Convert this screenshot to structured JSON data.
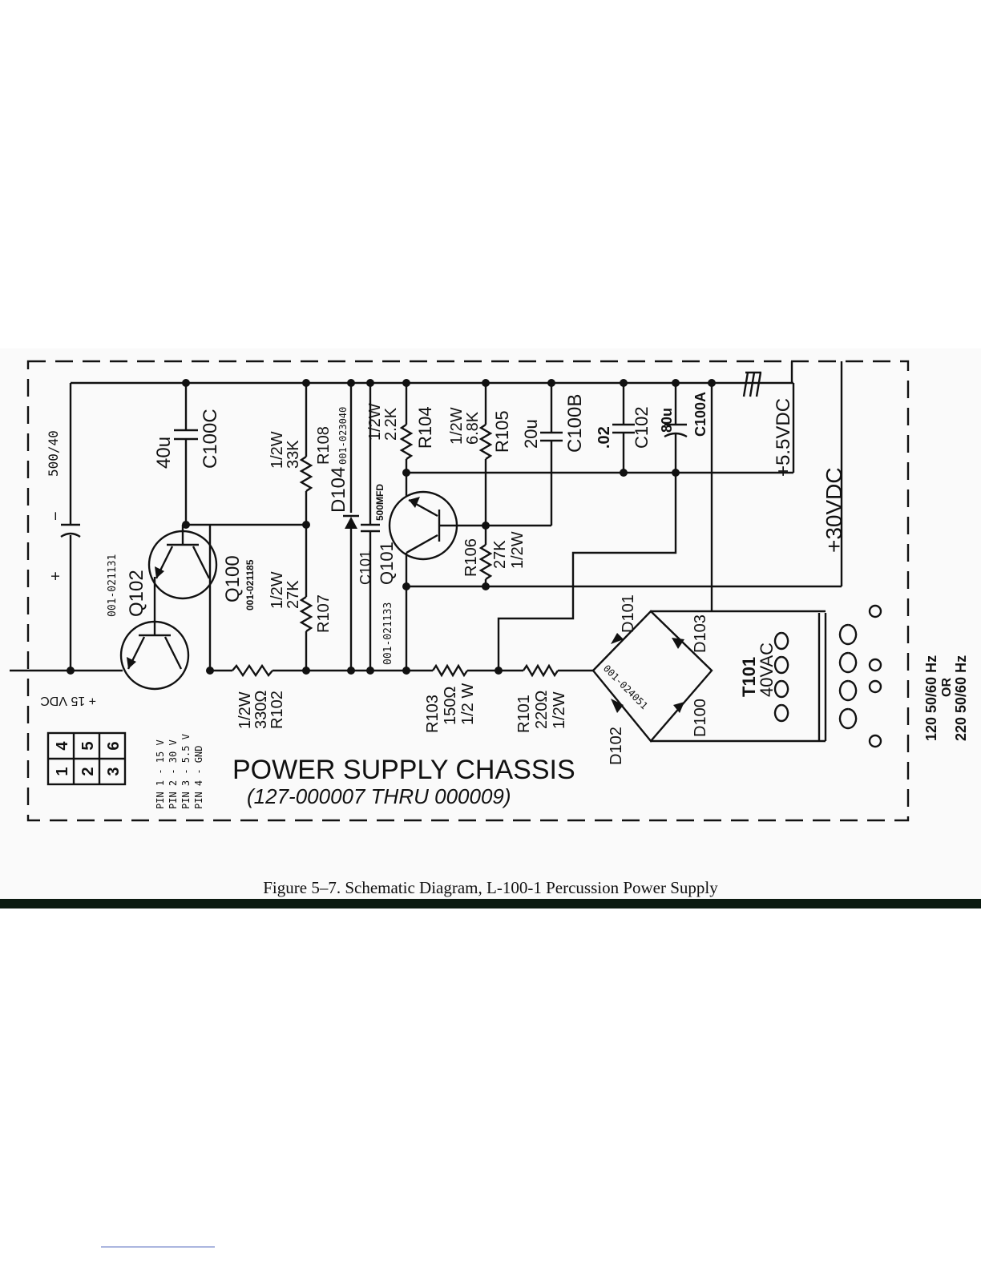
{
  "diagram": {
    "title": "POWER SUPPLY CHASSIS",
    "subtitle": "(127-000007 THRU 000009)",
    "caption": "Figure 5–7. Schematic Diagram, L-100-1 Percussion Power Supply",
    "connector": {
      "cells": [
        "4",
        "5",
        "6",
        "1",
        "2",
        "3"
      ]
    },
    "pin_legend": [
      "PIN 1 - 15 V",
      "PIN 2 - 30 V",
      "PIN 3 - 5.5 V",
      "PIN 4 - GND"
    ],
    "rails": {
      "v15": "+ 15 VDC",
      "v55": "+5.5VDC",
      "v30": "+30VDC"
    },
    "cap_main": {
      "value": "500/40",
      "plus": "+",
      "minus": "−"
    },
    "q102": {
      "name": "Q102",
      "part": "001-021131"
    },
    "q100": {
      "name": "Q100",
      "part": "001-021185"
    },
    "c100c": {
      "name": "C100C",
      "value": "40u"
    },
    "r102": {
      "name": "R102",
      "value": "330Ω",
      "watt": "1/2W"
    },
    "r107": {
      "name": "R107",
      "value": "27K",
      "watt": "1/2W"
    },
    "r108": {
      "name": "R108",
      "value": "33K",
      "watt": "1/2W"
    },
    "d104": {
      "name": "D104",
      "part": "001-023040"
    },
    "c101": {
      "name": "C101",
      "value": "500MFD"
    },
    "q101": {
      "name": "Q101",
      "part": "001-021133"
    },
    "r104": {
      "name": "R104",
      "value": "2.2K",
      "watt": "1/2W"
    },
    "r105": {
      "name": "R105",
      "value": "6.8K",
      "watt": "1/2W"
    },
    "r106": {
      "name": "R106",
      "value": "27K",
      "watt": "1/2W"
    },
    "c100b": {
      "name": "C100B",
      "value": "20u"
    },
    "c102": {
      "name": "C102",
      "value": ".02"
    },
    "c100a": {
      "name": "C100A",
      "value": "80u"
    },
    "r103": {
      "name": "R103",
      "value": "150Ω",
      "watt": "1/2 W"
    },
    "r101": {
      "name": "R101",
      "value": "220Ω",
      "watt": "1/2W"
    },
    "bridge": {
      "part": "001-024051",
      "diodes": [
        "D101",
        "D102",
        "D103",
        "D100"
      ]
    },
    "t101": {
      "name": "T101",
      "rating": "40VAC"
    },
    "mains": {
      "a": "120 50/60 Hz",
      "or": "OR",
      "b": "220 50/60 Hz"
    }
  }
}
